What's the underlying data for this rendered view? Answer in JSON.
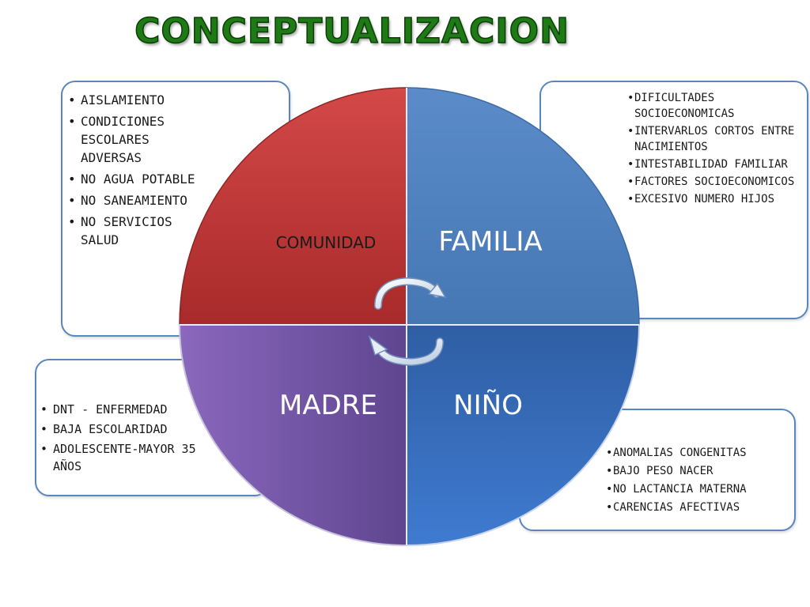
{
  "title": "CONCEPTUALIZACION",
  "quadrants": {
    "comunidad": {
      "label": "COMUNIDAD",
      "color": "#c73b3b"
    },
    "familia": {
      "label": "FAMILIA",
      "color": "#4f81bd"
    },
    "madre": {
      "label": "MADRE",
      "color": "#7b5aa8"
    },
    "nino": {
      "label": "NIÑO",
      "color": "#3a6fc0"
    }
  },
  "boxes": {
    "comunidad": {
      "items": [
        "AISLAMIENTO",
        "CONDICIONES ESCOLARES ADVERSAS",
        "NO AGUA POTABLE",
        "NO SANEAMIENTO",
        "NO SERVICIOS SALUD"
      ]
    },
    "familia": {
      "items": [
        "DIFICULTADES SOCIOECONOMICAS",
        "INTERVARLOS CORTOS ENTRE NACIMIENTOS",
        "INTESTABILIDAD FAMILIAR",
        "FACTORES SOCIOECONOMICOS",
        "EXCESIVO NUMERO HIJOS"
      ]
    },
    "madre": {
      "items": [
        "DNT - ENFERMEDAD",
        "BAJA ESCOLARIDAD",
        "ADOLESCENTE-MAYOR 35 AÑOS"
      ]
    },
    "nino": {
      "items": [
        "ANOMALIAS CONGENITAS",
        "BAJO PESO NACER",
        "NO LACTANCIA MATERNA",
        "CARENCIAS AFECTIVAS"
      ]
    }
  },
  "icons": {
    "center": "cycle-arrows-icon"
  },
  "colors": {
    "title": "#1e7a14",
    "box_border": "#5a86c0"
  }
}
